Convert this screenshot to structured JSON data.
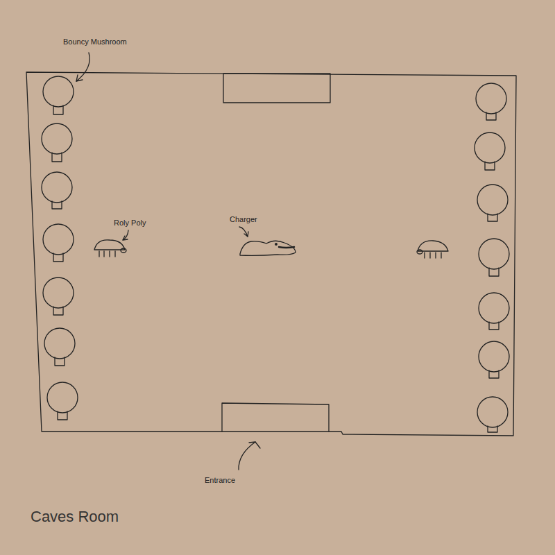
{
  "diagram": {
    "title": "Caves Room",
    "labels": [
      "Bouncy Mushroom",
      "Roly Poly",
      "Charger",
      "Entrance"
    ]
  }
}
